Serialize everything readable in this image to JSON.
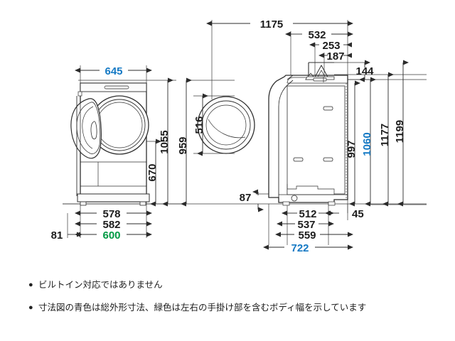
{
  "diagram": {
    "title": "washing machine dimensional drawing",
    "units": "mm",
    "colors": {
      "line": "#333333",
      "dimension_default": "#1c1c1c",
      "dimension_blue": "#1479c4",
      "dimension_green": "#009a44",
      "background": "#ffffff"
    },
    "views": [
      {
        "name": "front-view",
        "label": "front elevation with open door"
      },
      {
        "name": "door-detail-view",
        "label": "door circle detail"
      },
      {
        "name": "side-view",
        "label": "side elevation with open lid"
      }
    ],
    "dimensions": {
      "front_width_total": "645",
      "front_height_1055": "1055",
      "front_height_959": "959",
      "front_height_670": "670",
      "base_578": "578",
      "base_582": "582",
      "body_600": "600",
      "left_offset_81": "81",
      "door_516": "516",
      "depth_1175": "1175",
      "depth_532": "532",
      "depth_253": "253",
      "depth_187": "187",
      "lid_144": "144",
      "side_997": "997",
      "side_1060": "1060",
      "side_1177": "1177",
      "side_1199": "1199",
      "base_87": "87",
      "base_512": "512",
      "base_45": "45",
      "base_537": "537",
      "base_559": "559",
      "base_722": "722"
    }
  },
  "notes": {
    "bullet": "●",
    "items": [
      "ビルトイン対応ではありません",
      "寸法図の青色は総外形寸法、緑色は左右の手掛け部を含むボディ幅を示しています"
    ]
  }
}
